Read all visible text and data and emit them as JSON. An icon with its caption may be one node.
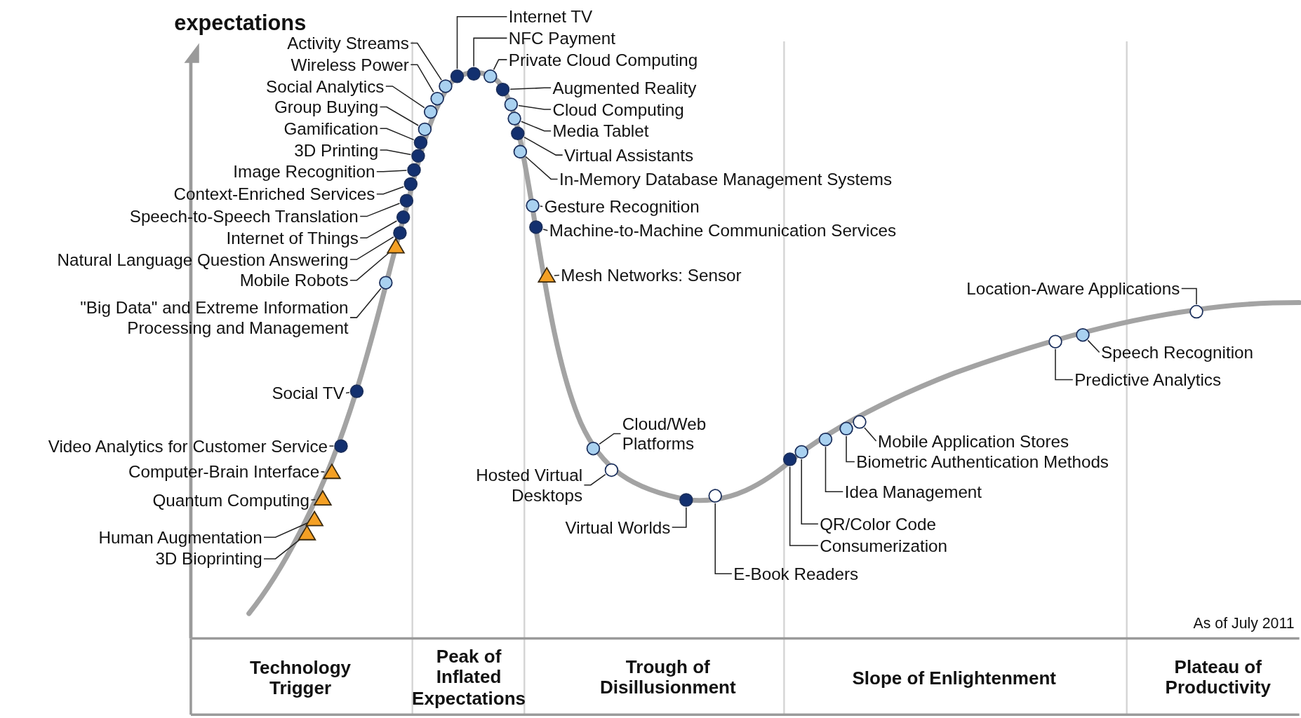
{
  "diagram": {
    "nodes": [
      {
        "text": [
          "Activity Streams"
        ]
      },
      {
        "text": [],
        "shape": "circle"
      },
      {
        "text": [
          "Wireless Power"
        ]
      },
      {
        "text": [],
        "shape": "circle"
      },
      {
        "text": [
          "Social Analytics"
        ]
      },
      {
        "text": [],
        "shape": "circle"
      },
      {
        "text": [
          "Group Buying"
        ]
      },
      {
        "text": [],
        "shape": "circle"
      },
      {
        "text": [
          "Gamification"
        ]
      },
      {
        "text": [],
        "shape": "circle"
      },
      {
        "text": [
          "3D Printing"
        ]
      },
      {
        "text": [],
        "shape": "circle"
      },
      {
        "text": [
          "Image Recognition"
        ]
      },
      {
        "text": [],
        "shape": "circle"
      },
      {
        "text": [
          "Context-Enriched Services"
        ]
      },
      {
        "text": [],
        "shape": "circle"
      },
      {
        "text": [
          "Speech-to-Speech Translation"
        ]
      },
      {
        "text": [],
        "shape": "circle"
      },
      {
        "text": [
          "Internet of Things"
        ]
      },
      {
        "text": [],
        "shape": "circle"
      },
      {
        "text": [
          "Natural Language Question Answering"
        ]
      },
      {
        "text": [],
        "shape": "circle"
      },
      {
        "text": [
          "Mobile Robots"
        ]
      },
      {
        "text": [],
        "shape": "triangle"
      },
      {
        "text": [
          "\"Big Data\" and Extreme Information Processing and Management"
        ]
      },
      {
        "text": [],
        "shape": "circle"
      },
      {
        "text": [
          "Internet TV"
        ]
      },
      {
        "text": [],
        "shape": "circle"
      },
      {
        "text": [
          "NFC Payment"
        ]
      },
      {
        "text": [],
        "shape": "circle"
      },
      {
        "text": [
          "Private Cloud Computing"
        ]
      },
      {
        "text": [],
        "shape": "circle"
      },
      {
        "text": [
          "Augmented Reality"
        ]
      },
      {
        "text": [],
        "shape": "circle"
      },
      {
        "text": [
          "Cloud Computing"
        ]
      },
      {
        "text": [],
        "shape": "circle"
      },
      {
        "text": [
          "Media Tablet"
        ]
      },
      {
        "text": [],
        "shape": "circle"
      },
      {
        "text": [
          "Virtual Assistants"
        ]
      },
      {
        "text": [],
        "shape": "circle"
      },
      {
        "text": [
          "In-Memory Database Management Systems"
        ]
      },
      {
        "text": [],
        "shape": "circle"
      },
      {
        "text": [
          "Gesture Recognition"
        ]
      },
      {
        "text": [],
        "shape": "circle"
      },
      {
        "text": [
          "Machine-to-Machine Communication Services"
        ]
      },
      {
        "text": [],
        "shape": "circle"
      },
      {
        "text": [
          "Mesh Networks: Sensor"
        ]
      },
      {
        "text": [],
        "shape": "triangle"
      },
      {
        "text": [
          "Social TV"
        ]
      },
      {
        "text": [],
        "shape": "circle"
      },
      {
        "text": [
          "Video Analytics for Customer Service"
        ]
      },
      {
        "text": [],
        "shape": "circle"
      },
      {
        "text": [
          "Computer-Brain Interface"
        ]
      },
      {
        "text": [],
        "shape": "triangle"
      },
      {
        "text": [
          "Quantum Computing"
        ]
      },
      {
        "text": [],
        "shape": "triangle"
      },
      {
        "text": [
          "Human Augmentation"
        ]
      },
      {
        "text": [],
        "shape": "triangle"
      },
      {
        "text": [
          "3D Bioprinting"
        ]
      },
      {
        "text": [],
        "shape": "triangle"
      },
      {
        "text": [
          "Cloud/Web Platforms"
        ]
      },
      {
        "text": [],
        "shape": "circle"
      },
      {
        "text": [
          "Hosted Virtual Desktops"
        ]
      },
      {
        "text": [],
        "shape": "circle"
      },
      {
        "text": [
          "Virtual Worlds"
        ]
      },
      {
        "text": [],
        "shape": "circle"
      },
      {
        "text": [
          "E-Book Readers"
        ]
      },
      {
        "text": [],
        "shape": "circle"
      },
      {
        "text": [
          "Mobile Application Stores"
        ]
      },
      {
        "text": [],
        "shape": "circle"
      },
      {
        "text": [
          "Biometric Authentication Methods"
        ]
      },
      {
        "text": [],
        "shape": "circle"
      },
      {
        "text": [
          "Idea Management"
        ]
      },
      {
        "text": [],
        "shape": "circle"
      },
      {
        "text": [
          "QR/Color Code"
        ]
      },
      {
        "text": [],
        "shape": "circle"
      },
      {
        "text": [
          "Consumerization"
        ]
      },
      {
        "text": [],
        "shape": "circle"
      },
      {
        "text": [
          "Location-Aware Applications"
        ]
      },
      {
        "text": [],
        "shape": "circle"
      },
      {
        "text": [
          "Speech Recognition"
        ]
      },
      {
        "text": [],
        "shape": "circle"
      },
      {
        "text": [
          "Predictive Analytics"
        ]
      },
      {
        "text": [],
        "shape": "circle"
      }
    ],
    "edges": [
      {
        "from": 0,
        "to": 1,
        "arrow": "none"
      },
      {
        "from": 2,
        "to": 3,
        "arrow": "none"
      },
      {
        "from": 4,
        "to": 5,
        "arrow": "none"
      },
      {
        "from": 6,
        "to": 7,
        "arrow": "none"
      },
      {
        "from": 8,
        "to": 9,
        "arrow": "none"
      },
      {
        "from": 10,
        "to": 11,
        "arrow": "none"
      },
      {
        "from": 12,
        "to": 13,
        "arrow": "none"
      },
      {
        "from": 14,
        "to": 15,
        "arrow": "none"
      },
      {
        "from": 16,
        "to": 17,
        "arrow": "none"
      },
      {
        "from": 18,
        "to": 19,
        "arrow": "none"
      },
      {
        "from": 20,
        "to": 21,
        "arrow": "none"
      },
      {
        "from": 22,
        "to": 23,
        "arrow": "none"
      },
      {
        "from": 24,
        "to": 25,
        "arrow": "none"
      },
      {
        "from": 26,
        "to": 27,
        "arrow": "none"
      },
      {
        "from": 28,
        "to": 29,
        "arrow": "none"
      },
      {
        "from": 30,
        "to": 31,
        "arrow": "none"
      },
      {
        "from": 32,
        "to": 33,
        "arrow": "none"
      },
      {
        "from": 34,
        "to": 35,
        "arrow": "none"
      },
      {
        "from": 36,
        "to": 37,
        "arrow": "none"
      },
      {
        "from": 38,
        "to": 39,
        "arrow": "none"
      },
      {
        "from": 40,
        "to": 41,
        "arrow": "none"
      },
      {
        "from": 42,
        "to": 43,
        "arrow": "none"
      },
      {
        "from": 44,
        "to": 45,
        "arrow": "none"
      },
      {
        "from": 46,
        "to": 47,
        "arrow": "none"
      },
      {
        "from": 48,
        "to": 49,
        "arrow": "none"
      },
      {
        "from": 50,
        "to": 51,
        "arrow": "none"
      },
      {
        "from": 52,
        "to": 53,
        "arrow": "none"
      },
      {
        "from": 54,
        "to": 55,
        "arrow": "none"
      },
      {
        "from": 56,
        "to": 57,
        "arrow": "none"
      },
      {
        "from": 58,
        "to": 59,
        "arrow": "none"
      },
      {
        "from": 60,
        "to": 61,
        "arrow": "none"
      },
      {
        "from": 62,
        "to": 63,
        "arrow": "none"
      },
      {
        "from": 64,
        "to": 65,
        "arrow": "none"
      },
      {
        "from": 66,
        "to": 67,
        "arrow": "none"
      },
      {
        "from": 68,
        "to": 69,
        "arrow": "none"
      },
      {
        "from": 70,
        "to": 71,
        "arrow": "none"
      },
      {
        "from": 72,
        "to": 73,
        "arrow": "none"
      },
      {
        "from": 74,
        "to": 75,
        "arrow": "none"
      },
      {
        "from": 76,
        "to": 77,
        "arrow": "none"
      },
      {
        "from": 78,
        "to": 79,
        "arrow": "none"
      },
      {
        "from": 80,
        "to": 81,
        "arrow": "none"
      },
      {
        "from": 82,
        "to": 83,
        "arrow": "none"
      }
    ],
    "labels": [
      "expectations",
      "As of July 2011",
      "Technology Trigger",
      "Peak of Inflated Expectations",
      "Trough of Disillusionment",
      "Slope of Enlightenment",
      "Plateau of Productivity"
    ]
  }
}
